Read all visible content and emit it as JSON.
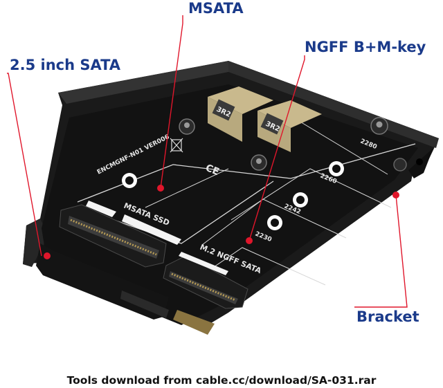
{
  "labels": {
    "msata": "MSATA",
    "sata": "2.5 inch SATA",
    "ngff": "NGFF B+M-key",
    "bracket": "Bracket"
  },
  "board_text": {
    "msata_ssd": "MSATA SSD",
    "m2_ngff_sata": "M.2 NGFF SATA",
    "model": "ENCMGNF-N01 VER006",
    "ce": "CE",
    "size_2280": "2280",
    "size_2260": "2260",
    "size_2242": "2242",
    "size_2230": "2230",
    "chip_1": "3R2",
    "chip_2": "3R2"
  },
  "footer": {
    "text": "Tools download from cable.cc/download/SA-031.rar"
  },
  "colors": {
    "label_text": "#1a3a8a",
    "callout": "#e0162b",
    "pcb": "#111111",
    "bracket": "#1c1c1c"
  }
}
